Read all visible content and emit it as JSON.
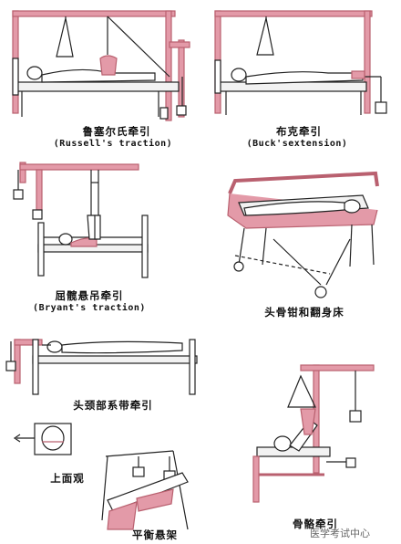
{
  "colors": {
    "frame": "#e39aa8",
    "frame_dark": "#b9606f",
    "line": "#222222",
    "bed": "#f2f2f2"
  },
  "labels": {
    "russell": "鲁塞尔氏牵引",
    "russell_en": "(Russell's traction)",
    "buck": "布克牵引",
    "buck_en": "(Buck'sextension)",
    "bryant": "屈髋悬吊牵引",
    "bryant_en": "(Bryant's traction)",
    "turning_bed": "头骨钳和翻身床",
    "head_neck": "头颈部系带牵引",
    "top_view": "上面观",
    "balanced": "平衡悬架",
    "skeletal": "骨骼牵引"
  },
  "watermark": "医学考试中心"
}
